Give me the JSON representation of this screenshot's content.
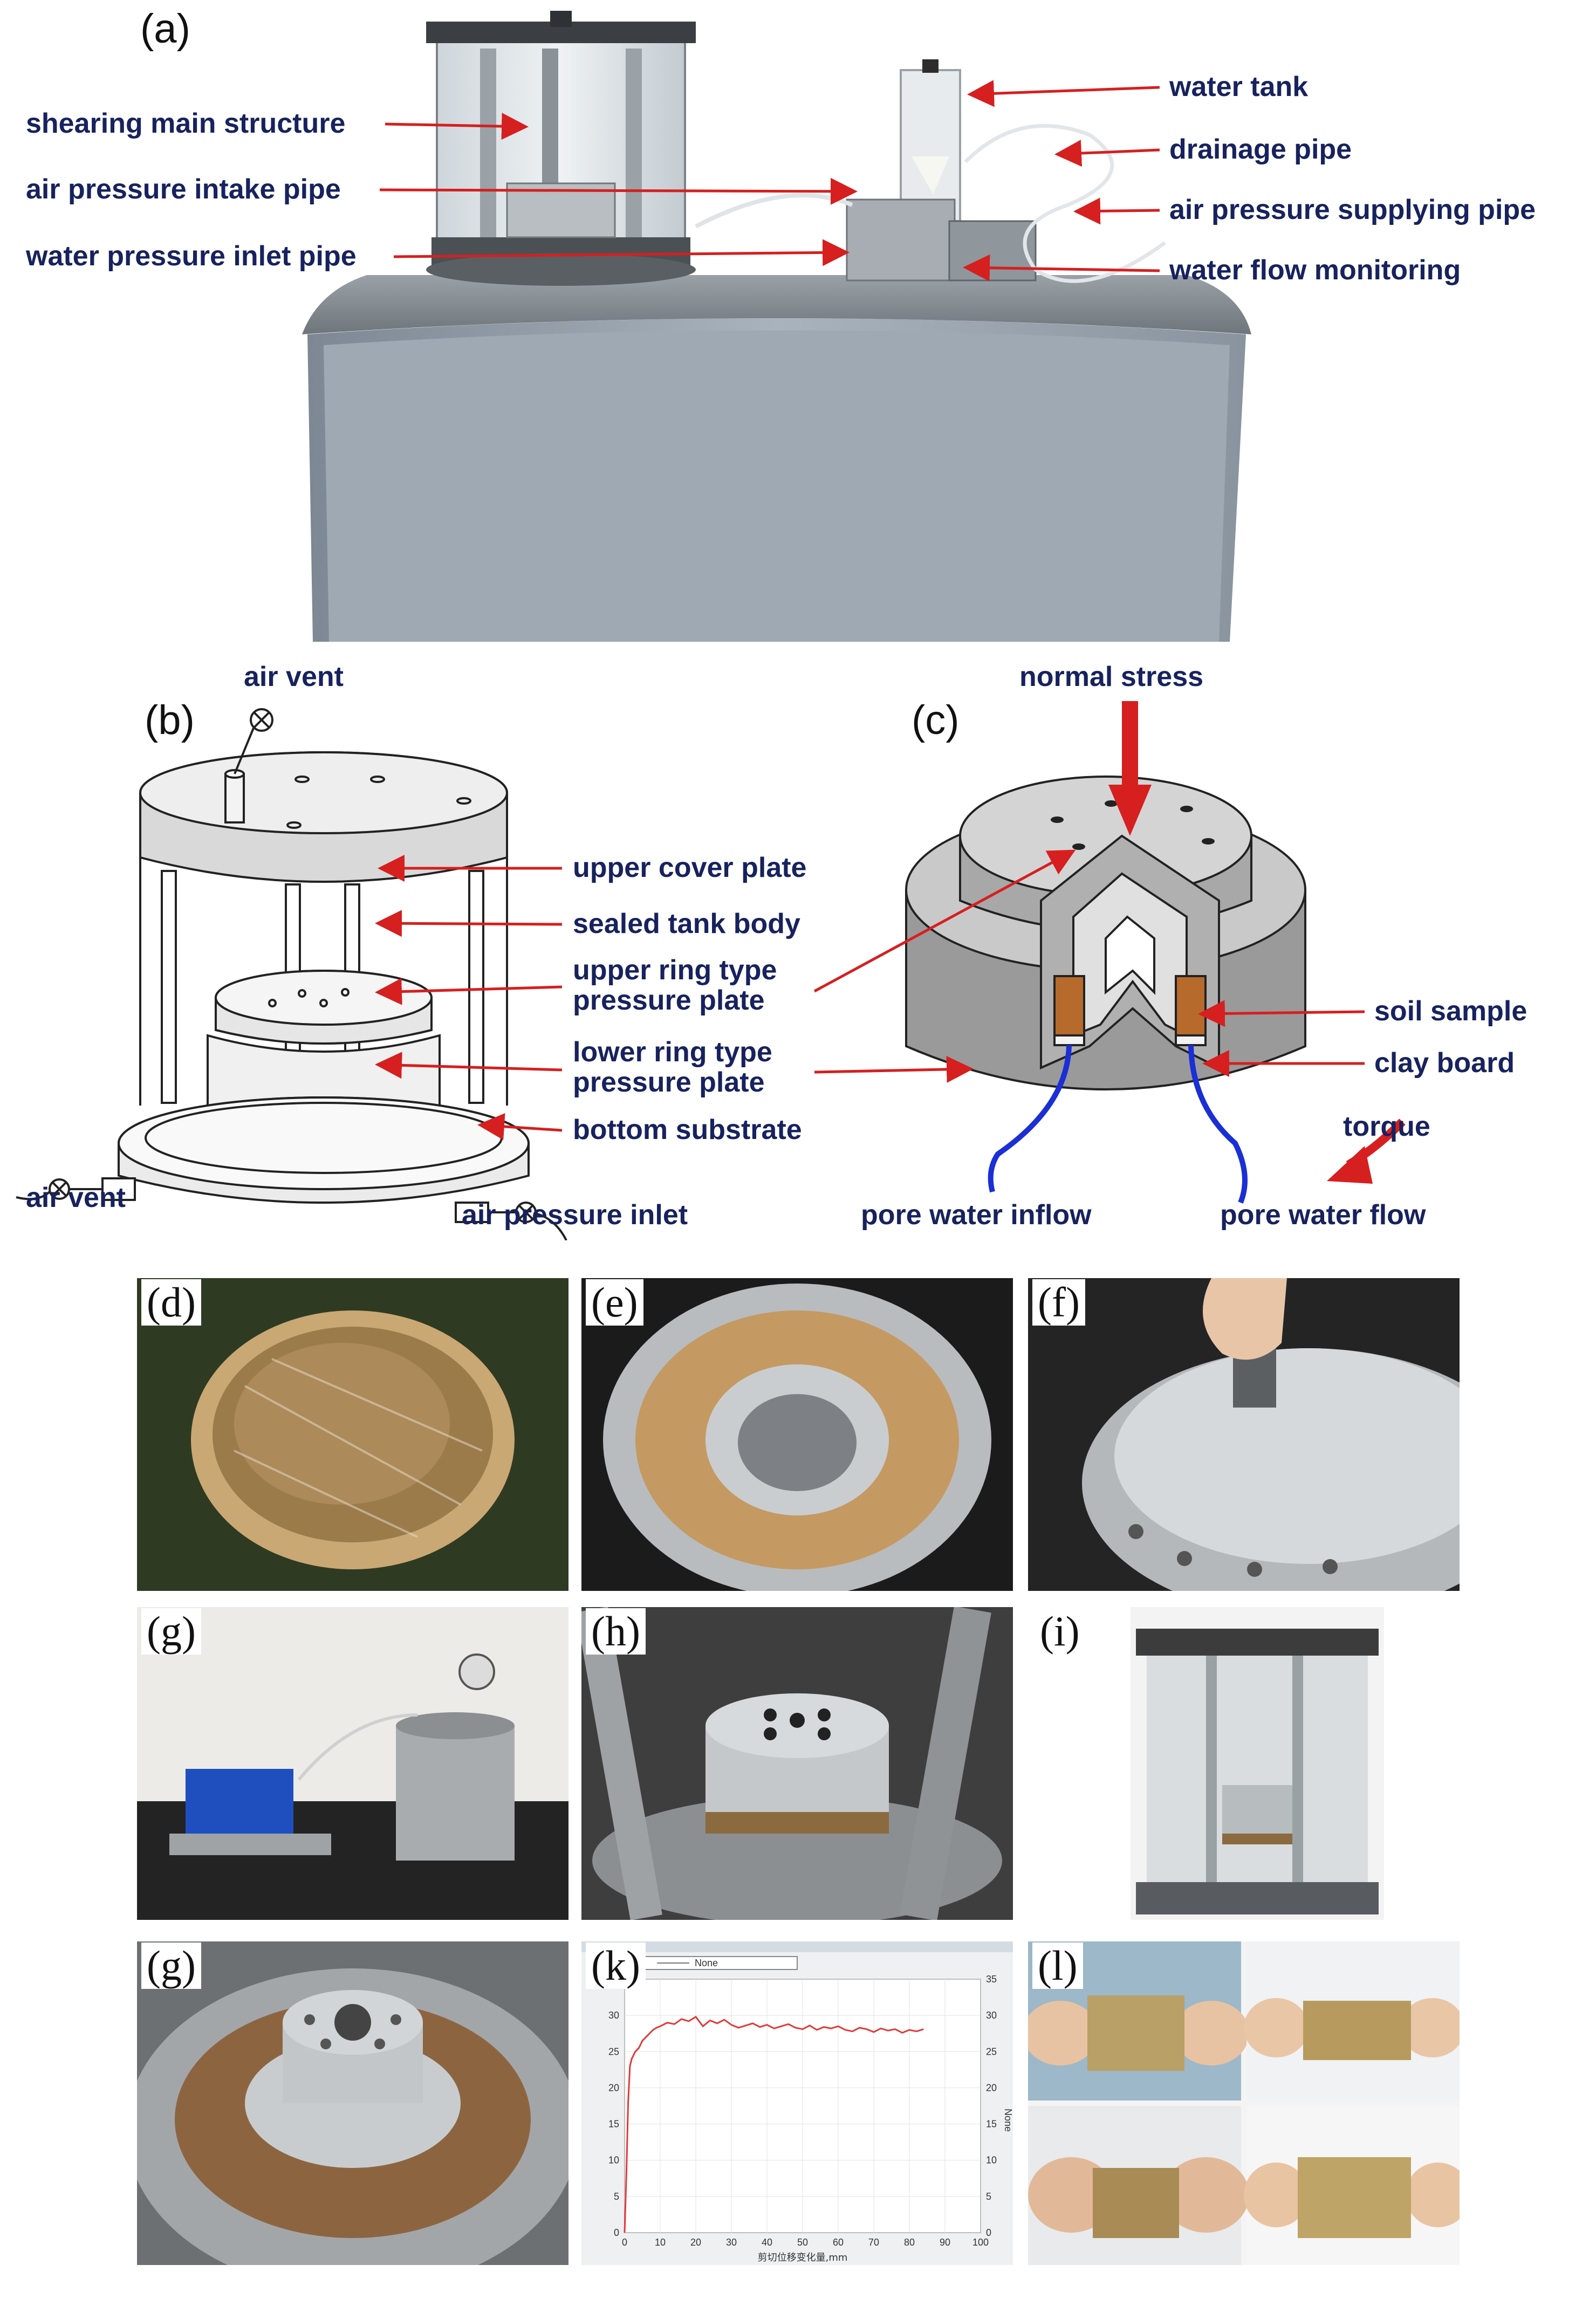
{
  "panel_a": {
    "tag": "(a)",
    "labels": {
      "shearing_main_structure": "shearing main structure",
      "air_pressure_intake_pipe": "air pressure intake pipe",
      "water_pressure_inlet_pipe": "water pressure inlet pipe",
      "water_tank": "water tank",
      "drainage_pipe": "drainage pipe",
      "air_pressure_supplying_pipe": "air pressure supplying pipe",
      "water_flow_monitoring": "water flow monitoring"
    }
  },
  "panel_b": {
    "tag": "(b)",
    "labels": {
      "air_vent_top": "air vent",
      "upper_cover_plate": "upper cover plate",
      "sealed_tank_body": "sealed tank body",
      "upper_ring_1": "upper ring type",
      "upper_ring_2": "pressure plate",
      "lower_ring_1": "lower ring type",
      "lower_ring_2": "pressure plate",
      "bottom_substrate": "bottom substrate",
      "air_vent_bottom": "air vent",
      "air_pressure_inlet": "air pressure inlet"
    }
  },
  "panel_c": {
    "tag": "(c)",
    "labels": {
      "normal_stress": "normal stress",
      "soil_sample": "soil sample",
      "clay_board": "clay board",
      "torque": "torque",
      "pore_water_inflow": "pore water inflow",
      "pore_water_flow": "pore water flow"
    }
  },
  "photo_tags": {
    "d": "(d)",
    "e": "(e)",
    "f": "(f)",
    "g1": "(g)",
    "h": "(h)",
    "i": "(i)",
    "g2": "(g)",
    "k": "(k)",
    "l": "(l)"
  },
  "colors": {
    "label_text": "#17225e",
    "arrow_red": "#d61f1f",
    "pipe_blue": "#1a2fd6",
    "soil_brown": "#b66a2c",
    "cabinet_gray": "#8f9aa6"
  },
  "chart_data": {
    "type": "line",
    "title": "",
    "xlabel": "剪切位移变化量,mm",
    "ylabel": "",
    "y2label": "None",
    "legend": "None",
    "xlim": [
      0,
      100
    ],
    "ylim": [
      0,
      35
    ],
    "x_ticks": [
      0,
      10,
      20,
      30,
      40,
      50,
      60,
      70,
      80,
      90,
      100
    ],
    "y_ticks": [
      0,
      5,
      10,
      15,
      20,
      25,
      30,
      35
    ],
    "grid": true,
    "series": [
      {
        "color": "#e23a3a",
        "x": [
          0,
          0.5,
          1,
          1.5,
          2,
          3,
          4,
          5,
          6,
          7,
          8,
          9,
          10,
          12,
          14,
          16,
          18,
          20,
          22,
          24,
          26,
          28,
          30,
          32,
          34,
          36,
          38,
          40,
          42,
          44,
          46,
          48,
          50,
          52,
          54,
          56,
          58,
          60,
          62,
          64,
          66,
          68,
          70,
          72,
          74,
          76,
          78,
          80,
          82,
          84
        ],
        "y": [
          0,
          8,
          18,
          23,
          24,
          25,
          25.5,
          26.5,
          27,
          27.5,
          28,
          28.3,
          28.5,
          29,
          28.8,
          29.5,
          29.2,
          29.8,
          28.5,
          29.3,
          28.9,
          29.4,
          28.7,
          28.3,
          28.6,
          28.9,
          28.4,
          28.7,
          28.2,
          28.5,
          28.8,
          28.3,
          28.1,
          28.6,
          28.0,
          28.4,
          28.2,
          28.5,
          28.0,
          27.8,
          28.3,
          28.1,
          27.7,
          28.2,
          27.9,
          28.1,
          27.6,
          28.0,
          27.8,
          28.1
        ]
      }
    ]
  }
}
